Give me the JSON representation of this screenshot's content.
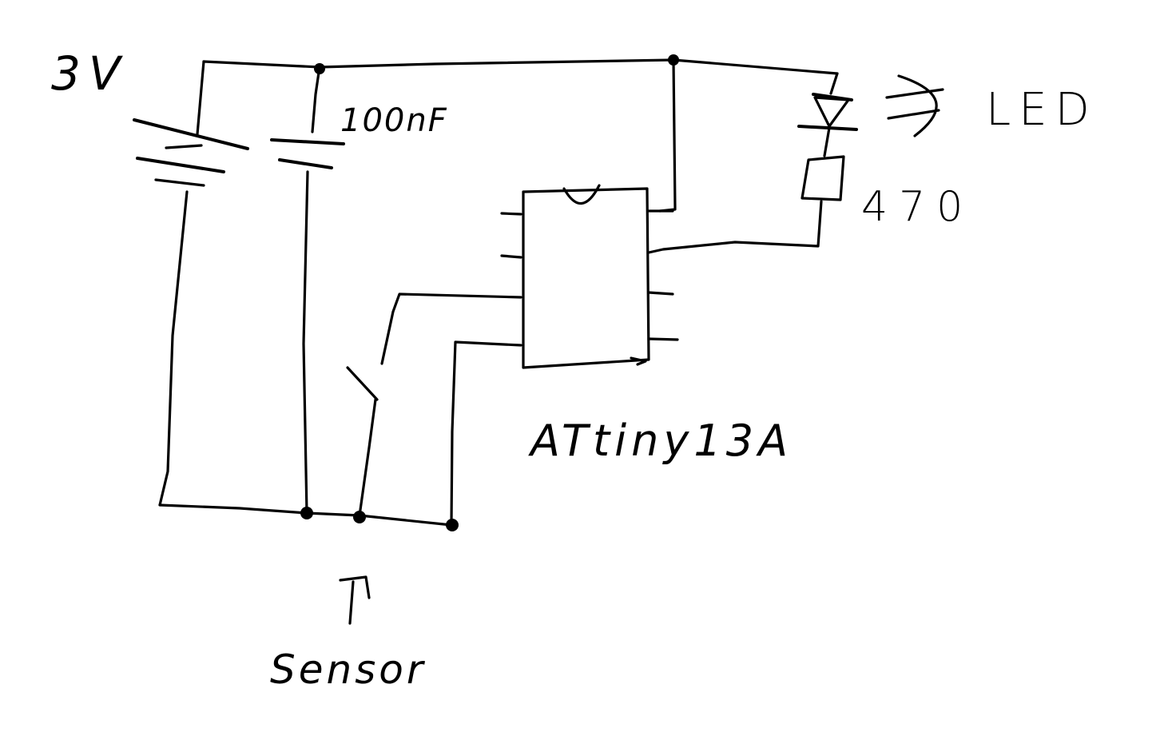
{
  "diagram": {
    "labels": {
      "battery": "3V",
      "capacitor": "100nF",
      "led": "LED",
      "resistor": "470",
      "chip": "ATtiny13A",
      "sensor": "Sensor"
    },
    "colors": {
      "ink": "#000000",
      "paper": "#ffffff"
    }
  }
}
